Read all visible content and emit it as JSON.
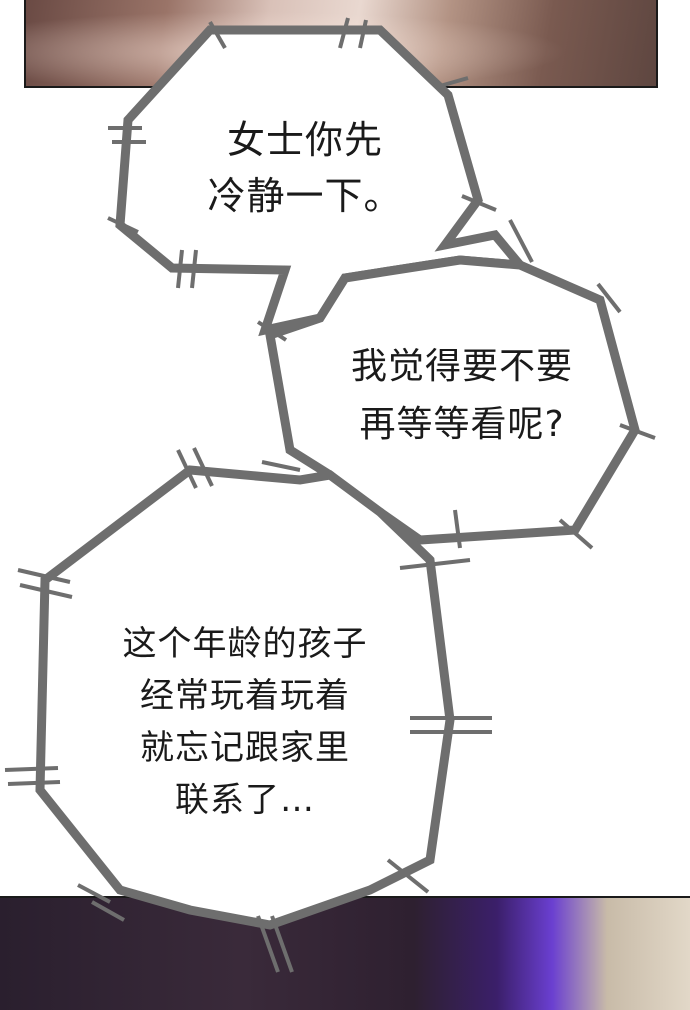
{
  "panels": {
    "top": {
      "colors": {
        "skin": "#d9c1b8",
        "shadow": "#6a4a44"
      }
    },
    "bottom": {
      "colors": {
        "dark": "#2a1f2e",
        "accent": "#6a3fd0"
      }
    }
  },
  "bubbles": [
    {
      "lines": [
        "女士你先",
        "冷静一下。"
      ]
    },
    {
      "lines": [
        "我觉得要不要",
        "再等等看呢?"
      ]
    },
    {
      "lines": [
        "这个年龄的孩子",
        "经常玩着玩着",
        "就忘记跟家里",
        "联系了…"
      ]
    }
  ],
  "colors": {
    "bubble_outline": "#6e6e6e",
    "bubble_fill": "#ffffff",
    "text": "#1a1a1a"
  }
}
